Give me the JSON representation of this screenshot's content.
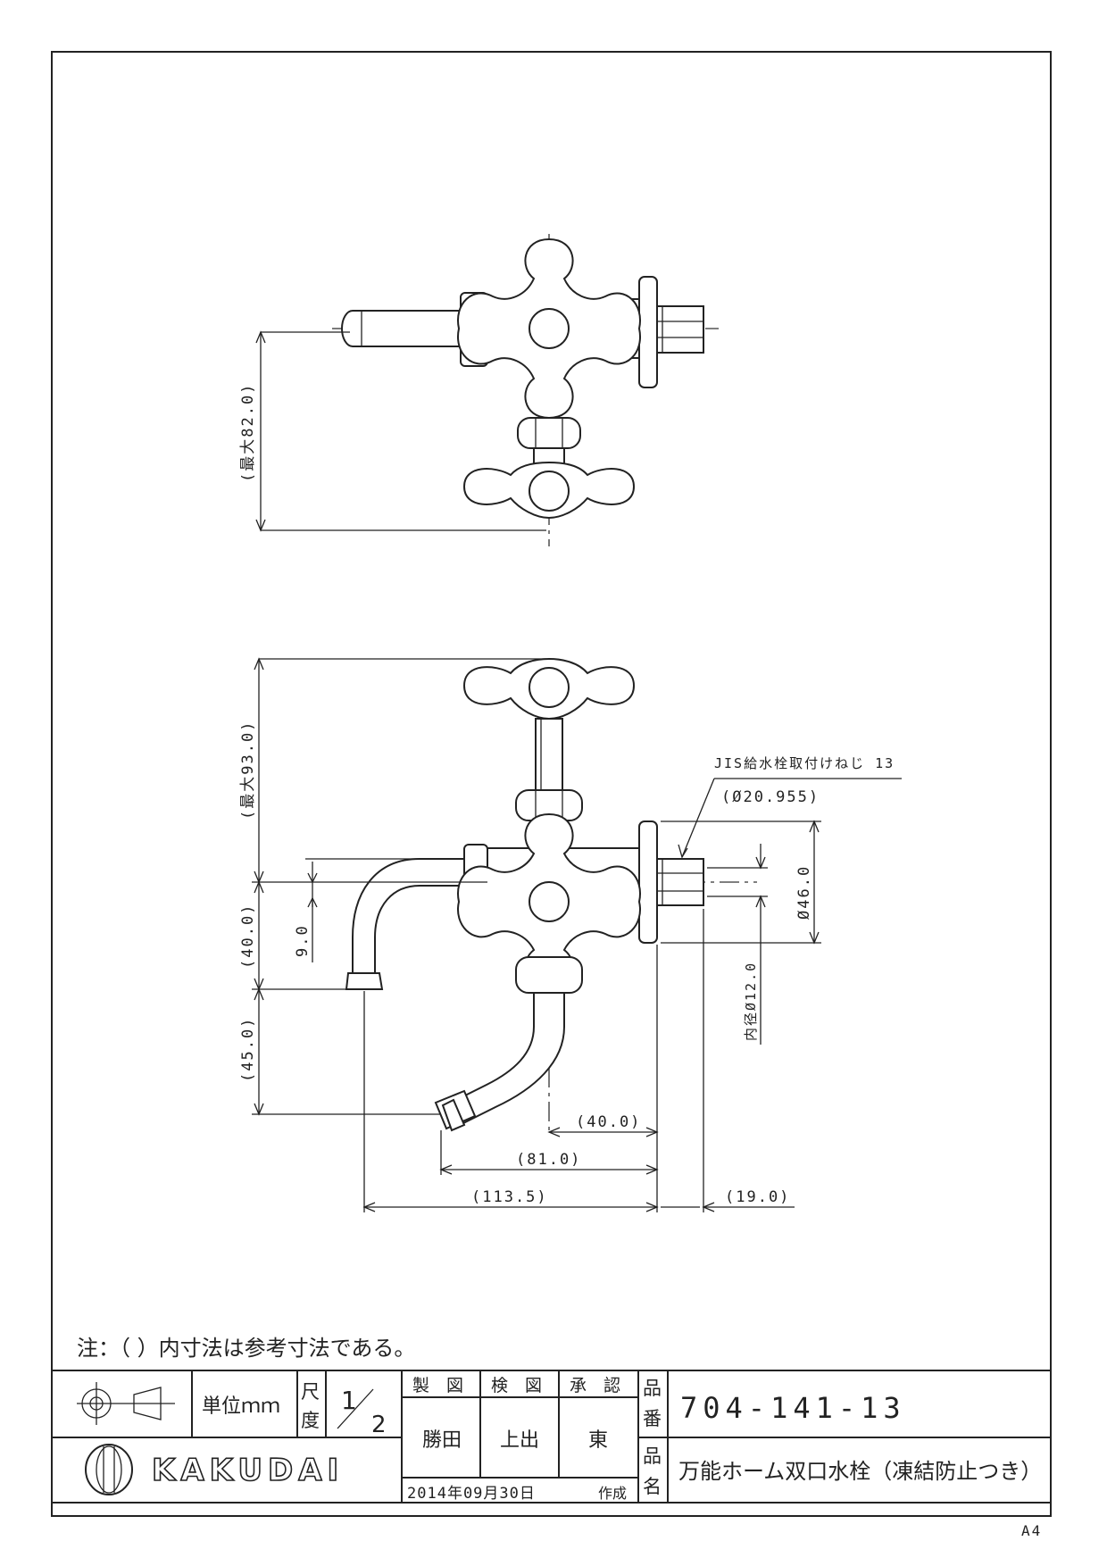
{
  "note": "注：（ ）内寸法は参考寸法である。",
  "dimensions": {
    "top_max_height": "(最大82.0)",
    "front_max_height": "(最大93.0)",
    "thread_label": "JIS給水栓取付けねじ 13",
    "thread_dia": "(Ø20.955)",
    "flange_dia": "Ø46.0",
    "inner_dia": "内径Ø12.0",
    "spout_height": "(40.0)",
    "offset_9": "9.0",
    "lower_height": "(45.0)",
    "h_40": "(40.0)",
    "h_81": "(81.0)",
    "h_113": "(113.5)",
    "h_19": "(19.0)"
  },
  "title_block": {
    "unit_label": "単位ｍｍ",
    "scale_label_1": "尺",
    "scale_label_2": "度",
    "scale_num": "1",
    "scale_den": "2",
    "drawn_label": "製　図",
    "checked_label": "検　図",
    "approved_label": "承　認",
    "drawn_by": "勝田",
    "checked_by": "上出",
    "approved_by": "東",
    "part_no_label_1": "品",
    "part_no_label_2": "番",
    "part_no": "704-141-13",
    "part_name_label_1": "品",
    "part_name_label_2": "名",
    "part_name": "万能ホーム双口水栓（凍結防止つき）",
    "date": "2014年09月30日",
    "created_label": "作成",
    "brand": "KAKUDAI"
  },
  "paper_size": "A4"
}
